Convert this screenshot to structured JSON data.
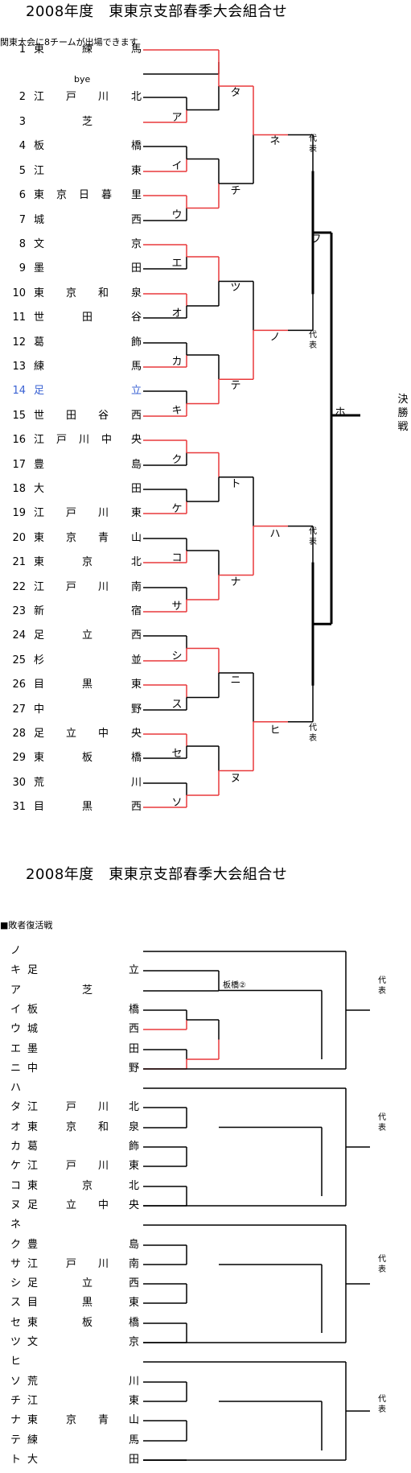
{
  "main": {
    "title": "2008年度　東東京支部春季大会組合せ",
    "note": "関東大会に8チームが出場できます",
    "bye": "bye",
    "teams": [
      {
        "num": "1",
        "chars": [
          "東",
          "練"
        ],
        "end": "馬"
      },
      {
        "num": "2",
        "chars": [
          "江",
          "戸",
          "川"
        ],
        "end": "北"
      },
      {
        "num": "3",
        "chars": [
          "芝"
        ],
        "end": ""
      },
      {
        "num": "4",
        "chars": [
          "板"
        ],
        "end": "橋"
      },
      {
        "num": "5",
        "chars": [
          "江"
        ],
        "end": "東"
      },
      {
        "num": "6",
        "chars": [
          "東",
          "京",
          "日",
          "暮"
        ],
        "end": "里"
      },
      {
        "num": "7",
        "chars": [
          "城"
        ],
        "end": "西"
      },
      {
        "num": "8",
        "chars": [
          "文"
        ],
        "end": "京"
      },
      {
        "num": "9",
        "chars": [
          "墨"
        ],
        "end": "田"
      },
      {
        "num": "10",
        "chars": [
          "東",
          "京",
          "和"
        ],
        "end": "泉"
      },
      {
        "num": "11",
        "chars": [
          "世",
          "田"
        ],
        "end": "谷"
      },
      {
        "num": "12",
        "chars": [
          "葛"
        ],
        "end": "飾"
      },
      {
        "num": "13",
        "chars": [
          "練"
        ],
        "end": "馬"
      },
      {
        "num": "14",
        "chars": [
          "足"
        ],
        "end": "立"
      },
      {
        "num": "15",
        "chars": [
          "世",
          "田",
          "谷"
        ],
        "end": "西"
      },
      {
        "num": "16",
        "chars": [
          "江",
          "戸",
          "川",
          "中"
        ],
        "end": "央"
      },
      {
        "num": "17",
        "chars": [
          "豊"
        ],
        "end": "島"
      },
      {
        "num": "18",
        "chars": [
          "大"
        ],
        "end": "田"
      },
      {
        "num": "19",
        "chars": [
          "江",
          "戸",
          "川"
        ],
        "end": "東"
      },
      {
        "num": "20",
        "chars": [
          "東",
          "京",
          "青"
        ],
        "end": "山"
      },
      {
        "num": "21",
        "chars": [
          "東",
          "京"
        ],
        "end": "北"
      },
      {
        "num": "22",
        "chars": [
          "江",
          "戸",
          "川"
        ],
        "end": "南"
      },
      {
        "num": "23",
        "chars": [
          "新"
        ],
        "end": "宿"
      },
      {
        "num": "24",
        "chars": [
          "足",
          "立"
        ],
        "end": "西"
      },
      {
        "num": "25",
        "chars": [
          "杉"
        ],
        "end": "並"
      },
      {
        "num": "26",
        "chars": [
          "目",
          "黒"
        ],
        "end": "東"
      },
      {
        "num": "27",
        "chars": [
          "中"
        ],
        "end": "野"
      },
      {
        "num": "28",
        "chars": [
          "足",
          "立",
          "中"
        ],
        "end": "央"
      },
      {
        "num": "29",
        "chars": [
          "東",
          "板"
        ],
        "end": "橋"
      },
      {
        "num": "30",
        "chars": [
          "荒"
        ],
        "end": "川"
      },
      {
        "num": "31",
        "chars": [
          "目",
          "黒"
        ],
        "end": "西"
      }
    ],
    "match_labels": [
      "タ",
      "ア",
      "イ",
      "チ",
      "ウ",
      "エ",
      "ツ",
      "オ",
      "カ",
      "テ",
      "キ",
      "ク",
      "ト",
      "ケ",
      "コ",
      "ナ",
      "サ",
      "シ",
      "ニ",
      "ス",
      "セ",
      "ヌ",
      "ソ",
      "ネ",
      "ノ",
      "ハ",
      "ヒ",
      "フ",
      "ホ"
    ],
    "daihyo": "代表",
    "final_label": "決勝戦"
  },
  "repechage": {
    "title": "2008年度　東東京支部春季大会組合せ",
    "section_label": "■敗者復活戦",
    "itabashi_label": "板橋②",
    "daihyo": "代表",
    "rows": [
      {
        "kana": "ノ",
        "chars": [],
        "end": ""
      },
      {
        "kana": "キ",
        "chars": [
          "足"
        ],
        "end": "立"
      },
      {
        "kana": "ア",
        "chars": [
          "芝"
        ],
        "end": ""
      },
      {
        "kana": "イ",
        "chars": [
          "板"
        ],
        "end": "橋"
      },
      {
        "kana": "ウ",
        "chars": [
          "城"
        ],
        "end": "西"
      },
      {
        "kana": "エ",
        "chars": [
          "墨"
        ],
        "end": "田"
      },
      {
        "kana": "ニ",
        "chars": [
          "中"
        ],
        "end": "野"
      },
      {
        "kana": "ハ",
        "chars": [],
        "end": ""
      },
      {
        "kana": "タ",
        "chars": [
          "江",
          "戸",
          "川"
        ],
        "end": "北"
      },
      {
        "kana": "オ",
        "chars": [
          "東",
          "京",
          "和"
        ],
        "end": "泉"
      },
      {
        "kana": "カ",
        "chars": [
          "葛"
        ],
        "end": "飾"
      },
      {
        "kana": "ケ",
        "chars": [
          "江",
          "戸",
          "川"
        ],
        "end": "東"
      },
      {
        "kana": "コ",
        "chars": [
          "東",
          "京"
        ],
        "end": "北"
      },
      {
        "kana": "ヌ",
        "chars": [
          "足",
          "立",
          "中"
        ],
        "end": "央"
      },
      {
        "kana": "ネ",
        "chars": [],
        "end": ""
      },
      {
        "kana": "ク",
        "chars": [
          "豊"
        ],
        "end": "島"
      },
      {
        "kana": "サ",
        "chars": [
          "江",
          "戸",
          "川"
        ],
        "end": "南"
      },
      {
        "kana": "シ",
        "chars": [
          "足",
          "立"
        ],
        "end": "西"
      },
      {
        "kana": "ス",
        "chars": [
          "目",
          "黒"
        ],
        "end": "東"
      },
      {
        "kana": "セ",
        "chars": [
          "東",
          "板"
        ],
        "end": "橋"
      },
      {
        "kana": "ツ",
        "chars": [
          "文"
        ],
        "end": "京"
      },
      {
        "kana": "ヒ",
        "chars": [],
        "end": ""
      },
      {
        "kana": "ソ",
        "chars": [
          "荒"
        ],
        "end": "川"
      },
      {
        "kana": "チ",
        "chars": [
          "江"
        ],
        "end": "東"
      },
      {
        "kana": "ナ",
        "chars": [
          "東",
          "京",
          "青"
        ],
        "end": "山"
      },
      {
        "kana": "テ",
        "chars": [
          "練"
        ],
        "end": "馬"
      },
      {
        "kana": "ト",
        "chars": [
          "大"
        ],
        "end": "田"
      }
    ]
  },
  "colors": {
    "winner_line": "#e8393b",
    "line": "#000000",
    "highlight": "#3a62d3"
  }
}
